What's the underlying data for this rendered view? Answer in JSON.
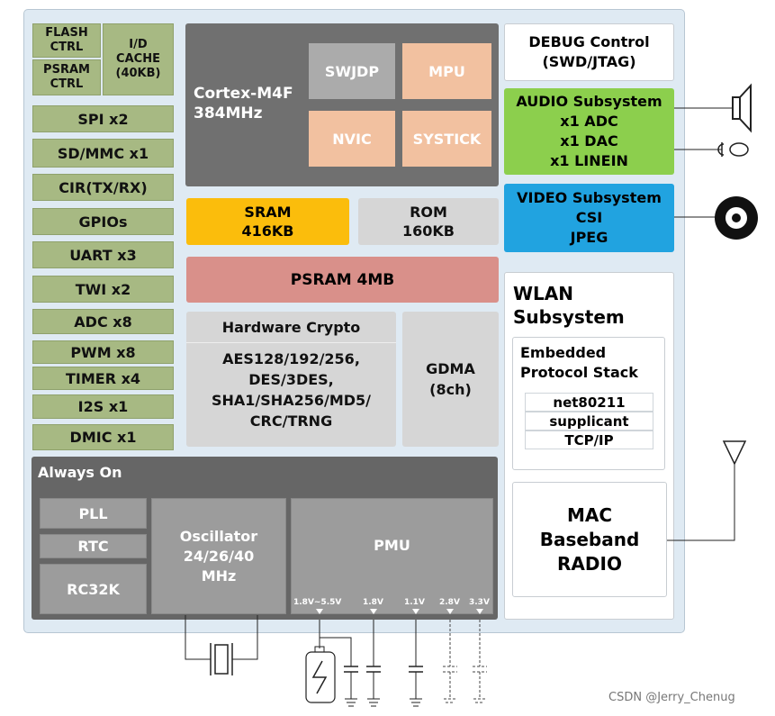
{
  "left_column": {
    "flash_ctrl": "FLASH CTRL",
    "psram_ctrl": "PSRAM CTRL",
    "cache": "I/D CACHE (40KB)",
    "peripherals": [
      "SPI x2",
      "SD/MMC x1",
      "CIR(TX/RX)",
      "GPIOs",
      "UART x3",
      "TWI x2",
      "ADC x8",
      "PWM x8",
      "TIMER x4",
      "I2S x1",
      "DMIC x1"
    ]
  },
  "core": {
    "title": "Cortex-M4F",
    "freq": "384MHz",
    "swjdp": "SWJDP",
    "mpu": "MPU",
    "nvic": "NVIC",
    "systick": "SYSTICK"
  },
  "memory": {
    "sram": "SRAM",
    "sram_size": "416KB",
    "rom": "ROM",
    "rom_size": "160KB",
    "psram": "PSRAM 4MB"
  },
  "crypto": {
    "title": "Hardware Crypto",
    "line1": "AES128/192/256,",
    "line2": "DES/3DES,",
    "line3": "SHA1/SHA256/MD5/",
    "line4": "CRC/TRNG"
  },
  "gdma": {
    "label": "GDMA",
    "channels": "(8ch)"
  },
  "debug": {
    "line1": "DEBUG Control",
    "line2": "(SWD/JTAG)"
  },
  "audio": {
    "title": "AUDIO Subsystem",
    "adc": "x1 ADC",
    "dac": "x1 DAC",
    "linein": "x1 LINEIN"
  },
  "video": {
    "title": "VIDEO Subsystem",
    "csi": "CSI",
    "jpeg": "JPEG"
  },
  "wlan": {
    "title1": "WLAN",
    "title2": "Subsystem",
    "stack1": "Embedded",
    "stack2": "Protocol Stack",
    "items": [
      "net80211",
      "supplicant",
      "TCP/IP"
    ],
    "mac1": "MAC",
    "mac2": "Baseband",
    "mac3": "RADIO"
  },
  "always_on": {
    "title": "Always On",
    "pll": "PLL",
    "rtc": "RTC",
    "rc32k": "RC32K",
    "osc1": "Oscillator",
    "osc2": "24/26/40",
    "osc3": "MHz",
    "pmu": "PMU",
    "voltages": [
      "1.8V~5.5V",
      "1.8V",
      "1.1V",
      "2.8V",
      "3.3V"
    ]
  },
  "watermark": "CSDN @Jerry_Chenug",
  "colors": {
    "peripheral": "#a7b983",
    "audio": "#8ccf4d",
    "video": "#21a3e0",
    "sram": "#fbbd0c",
    "psram": "#d9908a",
    "core_sub_light": "#f2c1a0"
  }
}
